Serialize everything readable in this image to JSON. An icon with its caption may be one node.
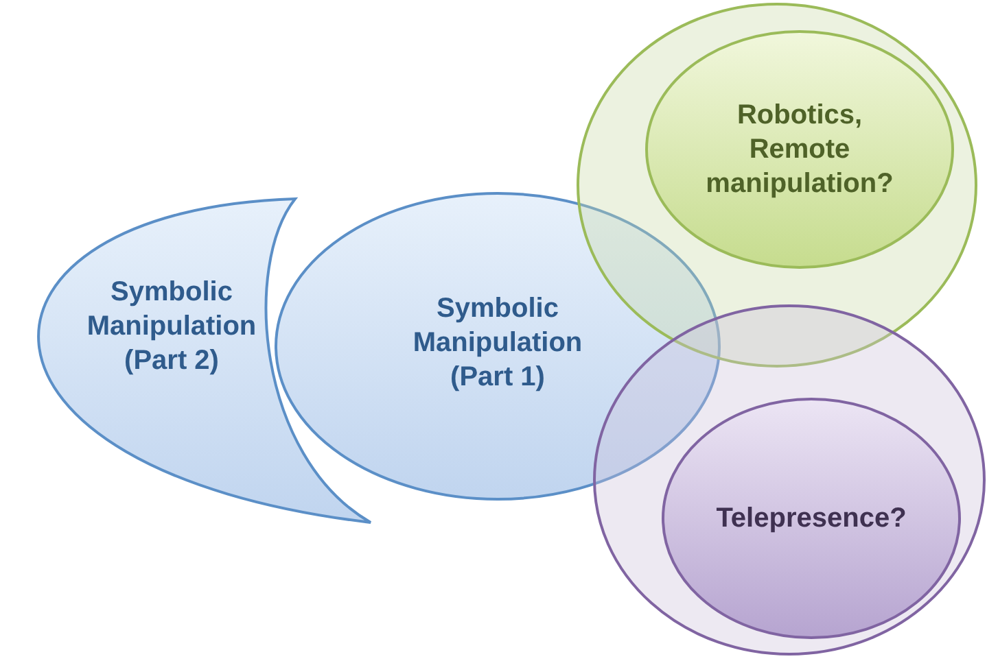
{
  "diagram": {
    "nodes": [
      {
        "text": [
          "Symbolic Manipulation (Part 2)"
        ]
      },
      {
        "text": [
          "Symbolic Manipulation (Part 1)"
        ]
      },
      {
        "text": [],
        "shape": "circle"
      },
      {
        "text": [
          "Robotics, Remote manipulation?"
        ],
        "in": 2
      },
      {
        "text": [],
        "shape": "circle"
      },
      {
        "text": [
          "Telepresence?"
        ],
        "in": 4
      }
    ]
  }
}
